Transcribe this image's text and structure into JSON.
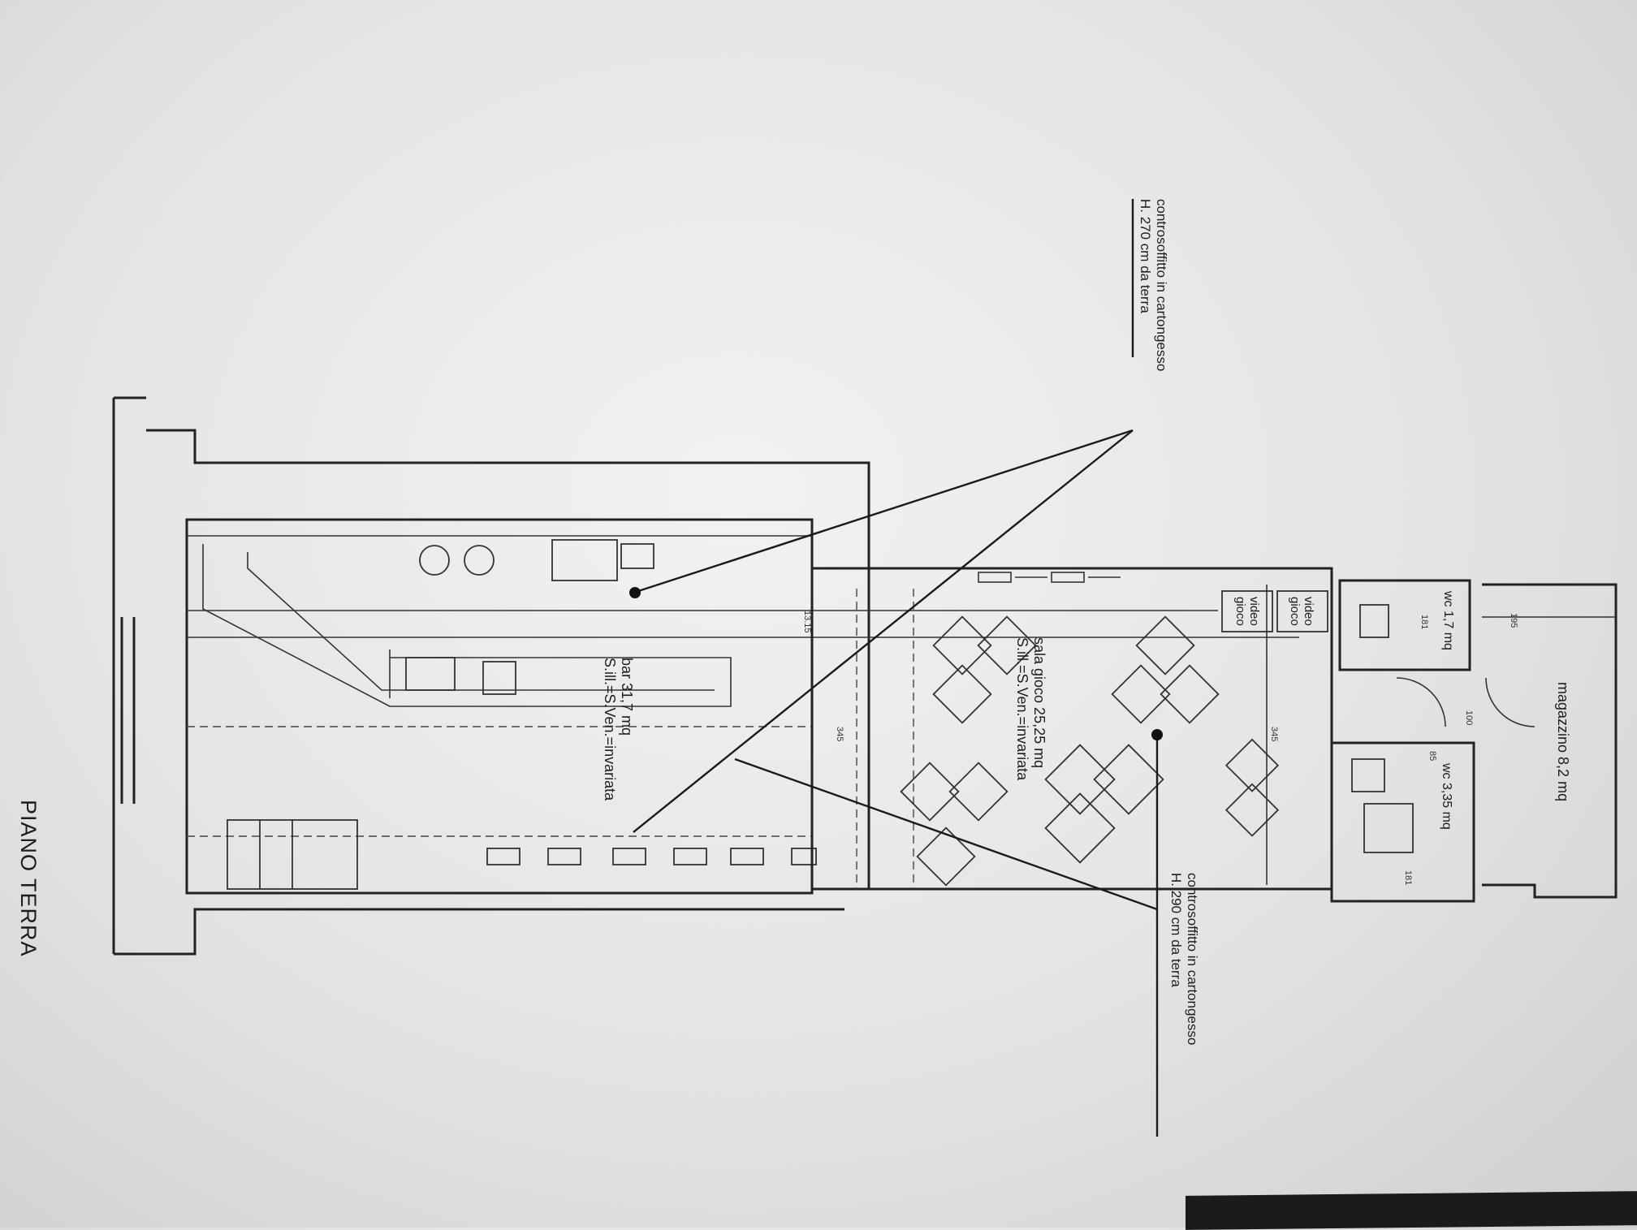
{
  "sheet_title": "PIANO TERRA",
  "callouts": {
    "ceiling_270": [
      "controsoffitto in cartongesso",
      "H. 270 cm da terra"
    ],
    "ceiling_290": [
      "controsoffitto in cartongesso",
      "H. 290 cm da terra"
    ]
  },
  "rooms": {
    "bar": [
      "bar 31,7 mq",
      "S.ill.=S.Ven.=invariata"
    ],
    "sala_gioco": [
      "sala gioco 25,25 mq",
      "S.ill.=S.Ven.=invariata"
    ],
    "magazzino": "magazzino 8,2 mq",
    "wc_small": "wc 1,7 mq",
    "wc_accessible": "wc 3,35 mq"
  },
  "equipment": {
    "video_1": [
      "video",
      "gioco"
    ],
    "video_2": [
      "video",
      "gioco"
    ]
  },
  "dimensions": [
    "13.15",
    "195",
    "181",
    "181",
    "345",
    "345",
    "100",
    "85"
  ]
}
